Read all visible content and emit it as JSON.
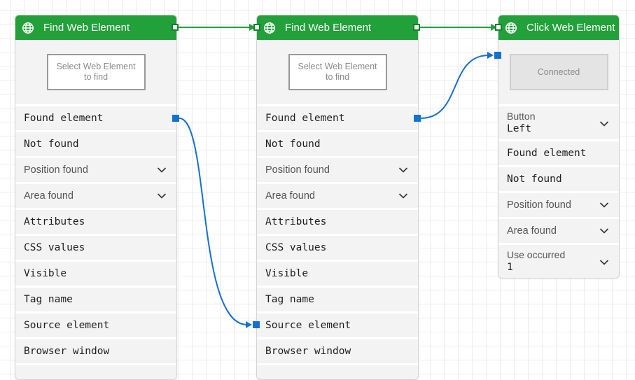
{
  "colors": {
    "header_green": "#22a03a",
    "flow_wire": "#1fa33a",
    "data_wire": "#1471d0",
    "node_bg": "#f3f3f3"
  },
  "nodes": [
    {
      "title": "Find Web Element",
      "icon": "globe-icon",
      "select_button": {
        "line1": "Select Web Element",
        "line2": "to find"
      },
      "outputs": [
        {
          "label": "Found element",
          "style": "mono"
        },
        {
          "label": "Not found",
          "style": "mono"
        },
        {
          "label": "Position found",
          "style": "sans",
          "dropdown": true
        },
        {
          "label": "Area found",
          "style": "sans",
          "dropdown": true
        },
        {
          "label": "Attributes",
          "style": "mono"
        },
        {
          "label": "CSS values",
          "style": "mono"
        },
        {
          "label": "Visible",
          "style": "mono"
        },
        {
          "label": "Tag name",
          "style": "mono"
        },
        {
          "label": "Source element",
          "style": "mono"
        },
        {
          "label": "Browser window",
          "style": "mono"
        }
      ]
    },
    {
      "title": "Find Web Element",
      "icon": "globe-icon",
      "select_button": {
        "line1": "Select Web Element",
        "line2": "to find"
      },
      "outputs": [
        {
          "label": "Found element",
          "style": "mono"
        },
        {
          "label": "Not found",
          "style": "mono"
        },
        {
          "label": "Position found",
          "style": "sans",
          "dropdown": true
        },
        {
          "label": "Area found",
          "style": "sans",
          "dropdown": true
        },
        {
          "label": "Attributes",
          "style": "mono"
        },
        {
          "label": "CSS values",
          "style": "mono"
        },
        {
          "label": "Visible",
          "style": "mono"
        },
        {
          "label": "Tag name",
          "style": "mono"
        },
        {
          "label": "Source element",
          "style": "mono"
        },
        {
          "label": "Browser window",
          "style": "mono"
        }
      ]
    },
    {
      "title": "Click Web Element",
      "icon": "globe-icon",
      "connected_label": "Connected",
      "button_field": {
        "label": "Button",
        "value": "Left"
      },
      "outputs": [
        {
          "label": "Found element",
          "style": "mono"
        },
        {
          "label": "Not found",
          "style": "mono"
        },
        {
          "label": "Position found",
          "style": "sans",
          "dropdown": true
        },
        {
          "label": "Area found",
          "style": "sans",
          "dropdown": true
        }
      ],
      "use_occurred": {
        "label": "Use occurred",
        "value": "1"
      }
    }
  ]
}
